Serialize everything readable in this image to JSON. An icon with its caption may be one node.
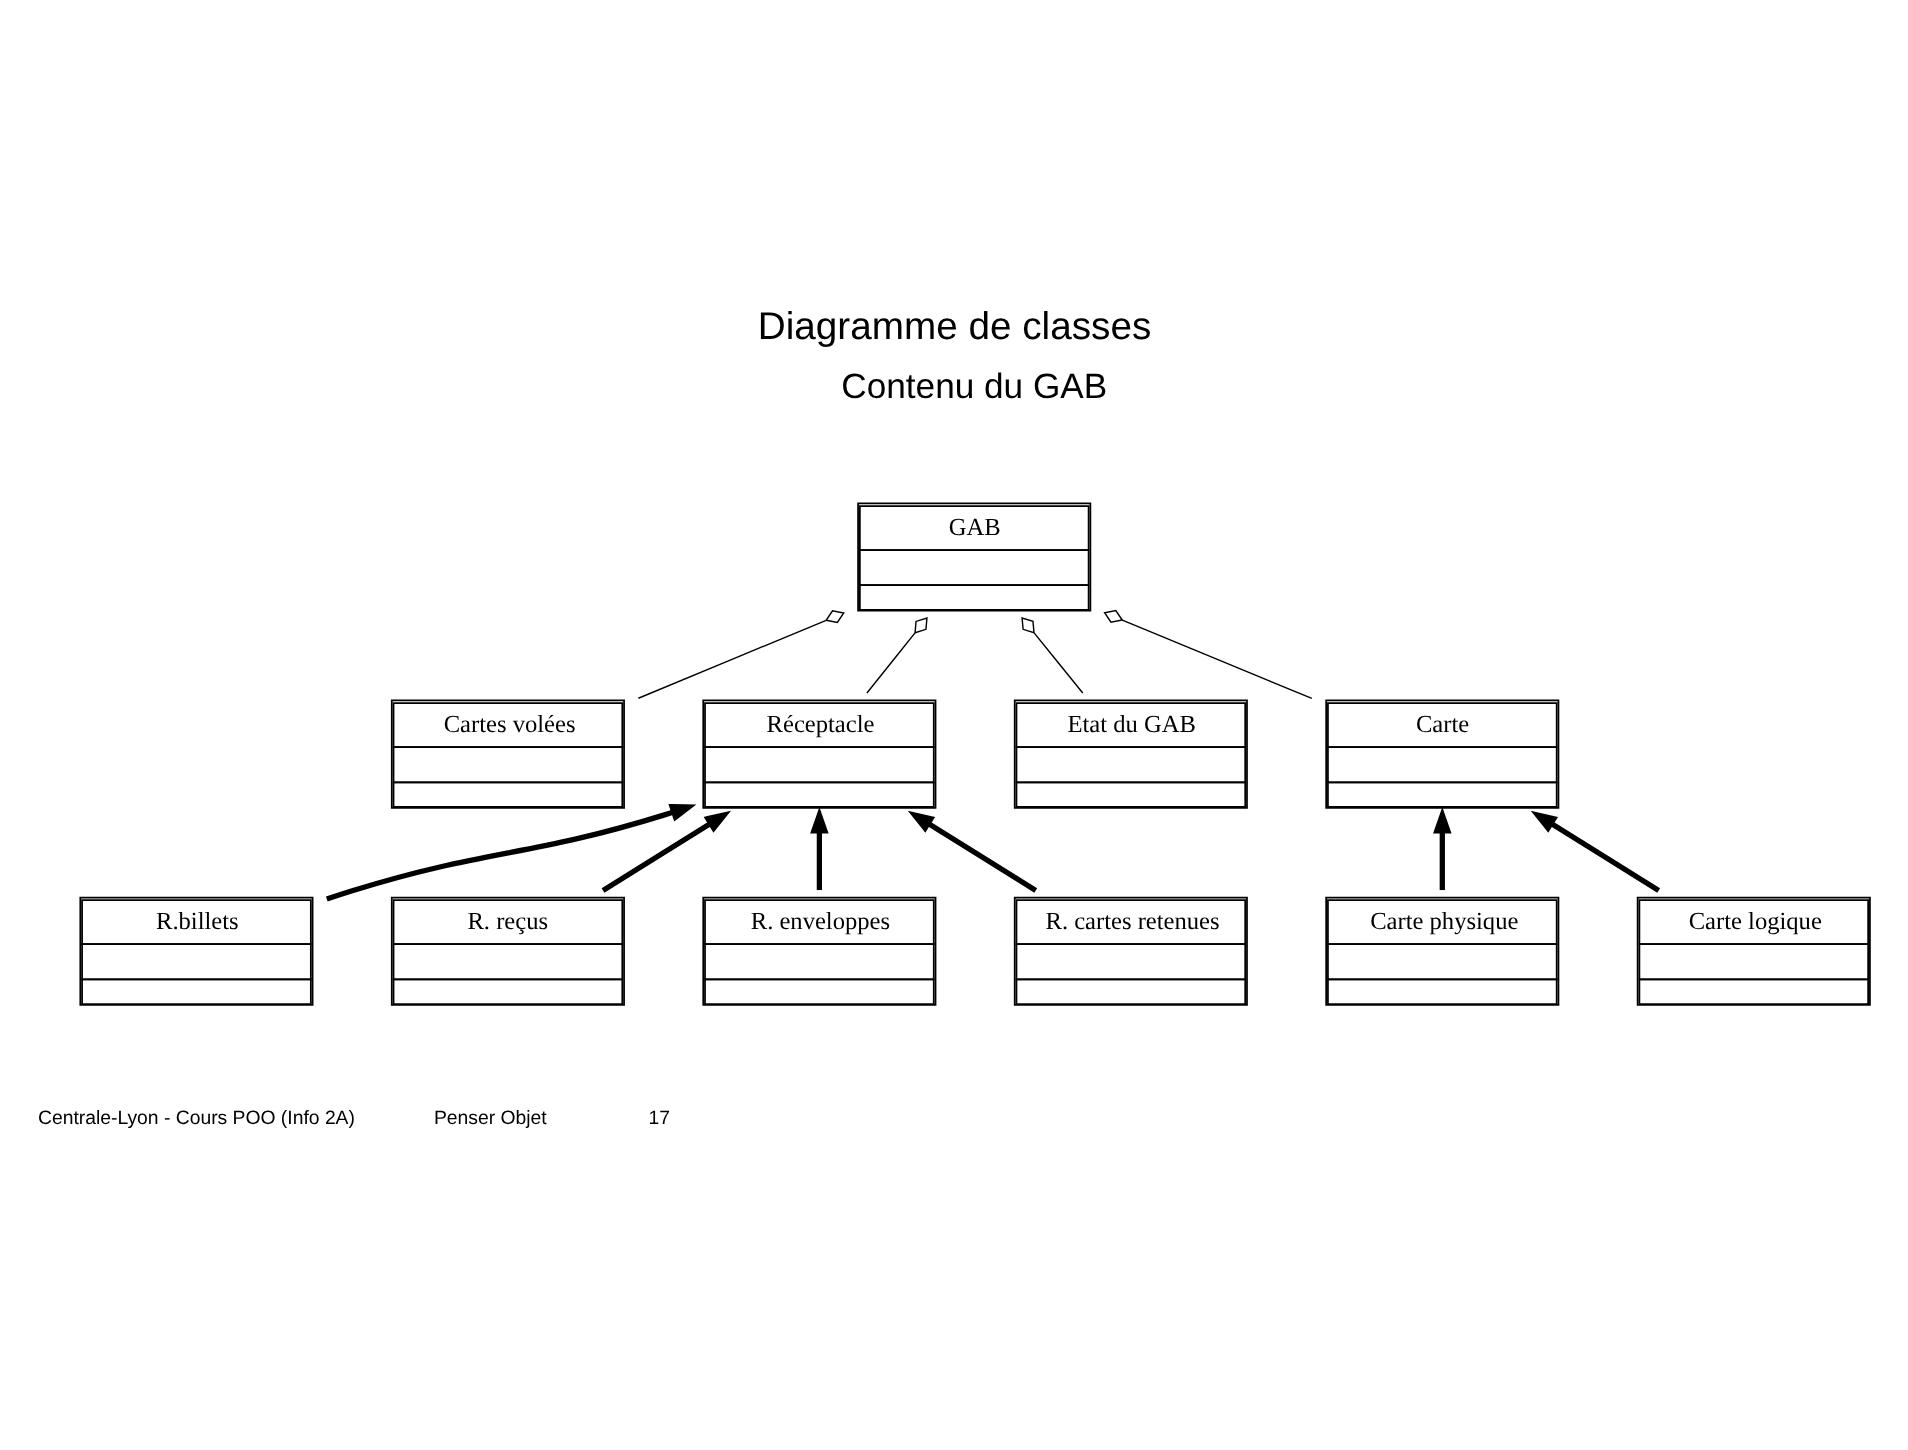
{
  "diagram": {
    "title": "Diagramme de classes",
    "nodes": [
      {
        "text": [
          "GAB"
        ]
      },
      {
        "text": [
          "Cartes volées"
        ]
      },
      {
        "text": [
          "Réceptacle"
        ]
      },
      {
        "text": [
          "R.billets"
        ]
      },
      {
        "text": [
          "R. reçus"
        ]
      },
      {
        "text": [
          "Etat du GAB"
        ]
      },
      {
        "text": [
          "Carte"
        ]
      },
      {
        "text": [
          "R. enveloppes"
        ]
      },
      {
        "text": [
          "R. cartes retenues"
        ]
      },
      {
        "text": [
          "Carte physique"
        ]
      },
      {
        "text": [
          "Carte logique"
        ]
      }
    ],
    "edges": [
      {
        "from": 0,
        "to": 1,
        "arrow": "other"
      },
      {
        "from": 0,
        "to": 2,
        "arrow": "other"
      },
      {
        "from": 0,
        "to": 5,
        "arrow": "other"
      },
      {
        "from": 0,
        "to": 6,
        "arrow": "other"
      },
      {
        "from": 3,
        "to": 2,
        "arrow": "to"
      },
      {
        "from": 4,
        "to": 2,
        "arrow": "to"
      },
      {
        "from": 7,
        "to": 2,
        "arrow": "to"
      },
      {
        "from": 8,
        "to": 2,
        "arrow": "to"
      },
      {
        "from": 9,
        "to": 6,
        "arrow": "to"
      },
      {
        "from": 10,
        "to": 6,
        "arrow": "to"
      }
    ],
    "labels": [
      "Contenu du GAB",
      "Centrale-Lyon - Cours POO (Info 2A)",
      "Penser Objet",
      "17"
    ]
  }
}
